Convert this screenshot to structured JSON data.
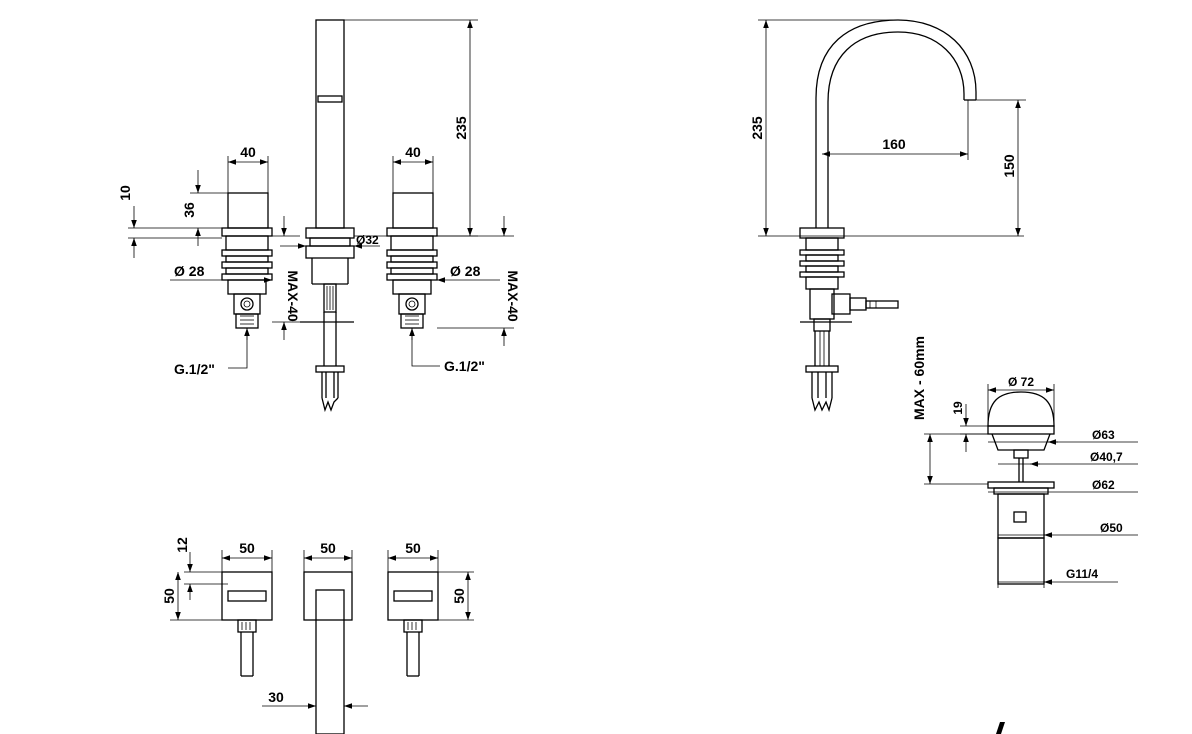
{
  "dimensions": {
    "spout_height": "235",
    "handle_width_left": "40",
    "handle_width_right": "40",
    "left_offset": "10",
    "handle_height": "36",
    "base_diameter": "Ø32",
    "left_shank_diameter": "Ø  28",
    "right_shank_diameter": "Ø  28",
    "left_max_thickness": "MAX-40",
    "right_max_thickness": "MAX-40",
    "left_connection": "G.1/2\"",
    "right_connection": "G.1/2\"",
    "side_height": "235",
    "spout_reach": "160",
    "spout_outlet_height": "150",
    "waste_max_thickness": "MAX - 60mm",
    "cap_diameter": "Ø 72",
    "cap_height": "19",
    "flange_diameter_top": "Ø63",
    "stem_diameter": "Ø40,7",
    "flange_diameter_bottom": "Ø62",
    "body_diameter": "Ø50",
    "waste_thread": "G11/4",
    "plan_left_offset": "12",
    "plan_left_depth": "50",
    "plan_left_width": "50",
    "plan_center_width": "50",
    "plan_right_width": "50",
    "plan_right_depth": "50",
    "plan_spout_width": "30"
  }
}
